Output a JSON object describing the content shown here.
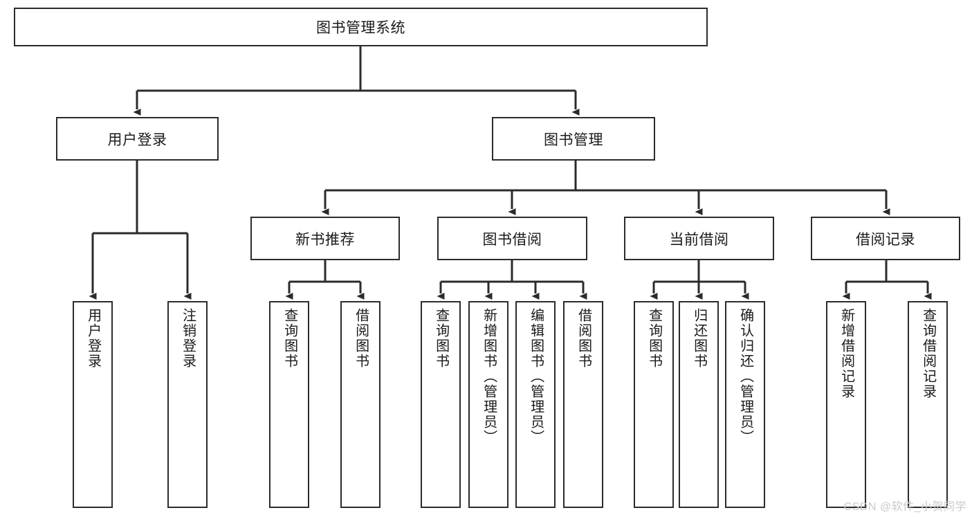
{
  "diagram": {
    "title": "图书管理系统",
    "type": "hierarchy-tree",
    "root": {
      "id": "root",
      "label": "图书管理系统"
    },
    "level1": [
      {
        "id": "user-login",
        "label": "用户登录"
      },
      {
        "id": "book-management",
        "label": "图书管理"
      }
    ],
    "level2": [
      {
        "id": "new-book-recommend",
        "label": "新书推荐",
        "parent": "book-management"
      },
      {
        "id": "book-borrow",
        "label": "图书借阅",
        "parent": "book-management"
      },
      {
        "id": "current-borrow",
        "label": "当前借阅",
        "parent": "book-management"
      },
      {
        "id": "borrow-record",
        "label": "借阅记录",
        "parent": "book-management"
      }
    ],
    "leaves": [
      {
        "id": "leaf-user-login",
        "label": "用户登录",
        "parent": "user-login"
      },
      {
        "id": "leaf-logout-login",
        "label": "注销登录",
        "parent": "user-login"
      },
      {
        "id": "leaf-query-book-1",
        "label": "查询图书",
        "parent": "new-book-recommend"
      },
      {
        "id": "leaf-borrow-book-1",
        "label": "借阅图书",
        "parent": "new-book-recommend"
      },
      {
        "id": "leaf-query-book-2",
        "label": "查询图书",
        "parent": "book-borrow"
      },
      {
        "id": "leaf-add-book",
        "label": "新增图书（管理员）",
        "parent": "book-borrow"
      },
      {
        "id": "leaf-edit-book",
        "label": "编辑图书（管理员）",
        "parent": "book-borrow"
      },
      {
        "id": "leaf-borrow-book-2",
        "label": "借阅图书",
        "parent": "book-borrow"
      },
      {
        "id": "leaf-query-book-3",
        "label": "查询图书",
        "parent": "current-borrow"
      },
      {
        "id": "leaf-return-book",
        "label": "归还图书",
        "parent": "current-borrow"
      },
      {
        "id": "leaf-confirm-return",
        "label": "确认归还（管理员）",
        "parent": "current-borrow"
      },
      {
        "id": "leaf-add-record",
        "label": "新增借阅记录",
        "parent": "borrow-record"
      },
      {
        "id": "leaf-query-record",
        "label": "查询借阅记录",
        "parent": "borrow-record"
      }
    ],
    "watermark": "CSDN @软件_小贺同学",
    "colors": {
      "stroke": "#2b2b2b",
      "background": "#ffffff",
      "text": "#1a1a1a",
      "watermark": "#c9c9c9"
    }
  }
}
